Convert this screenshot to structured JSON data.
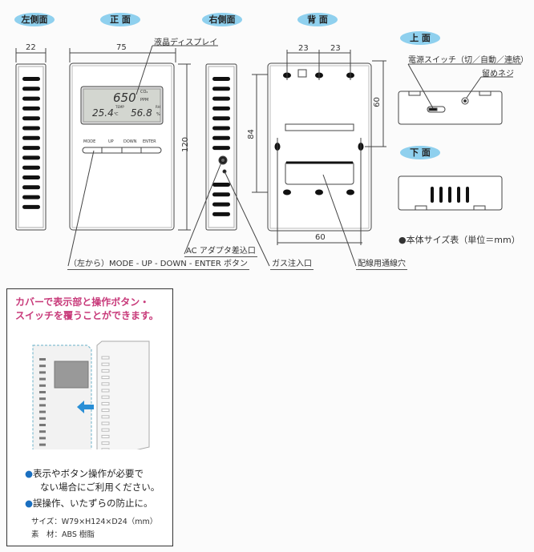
{
  "views": {
    "left": "左側面",
    "front": "正 面",
    "right": "右側面",
    "back": "背 面",
    "top": "上 面",
    "bottom": "下 面"
  },
  "dimensions": {
    "left_depth": "22",
    "front_width": "75",
    "front_height": "120",
    "back_mount_height": "84",
    "back_spacing_1": "23",
    "back_spacing_2": "23",
    "back_vertical": "60",
    "back_horizontal": "60"
  },
  "lcd": {
    "co2": "650",
    "co2_unit": "CO₂",
    "ppm": "PPM",
    "temp_label": "TEMP",
    "temp": "25.4",
    "temp_unit": "℃",
    "rh_label": "RH",
    "rh": "56.8",
    "rh_unit": "%"
  },
  "buttons": [
    "MODE",
    "UP",
    "DOWN",
    "ENTER"
  ],
  "callouts": {
    "lcd": "液晶ディスプレイ",
    "ac": "AC アダプタ差込口",
    "buttons": "（左から）MODE - UP - DOWN - ENTER ボタン",
    "gas": "ガス注入口",
    "wiring": "配線用通線穴",
    "power_switch": "電源スイッチ（切／自動／連続）",
    "screw": "留めネジ",
    "size_table": "●本体サイズ表（単位＝mm）"
  },
  "cover": {
    "headline_1": "カバーで表示部と操作ボタン・",
    "headline_2": "スイッチを覆うことができます。",
    "bullet_1a": "表示やボタン操作が必要で",
    "bullet_1b": "ない場合にご利用ください。",
    "bullet_2": "誤操作、いたずらの防止に。",
    "size": "サイズ：W79×H124×D24（mm）",
    "material": "素　材：ABS 樹脂"
  },
  "colors": {
    "pill": "#8fd0ee",
    "headline": "#c83a7a",
    "arrow": "#2a8fd6"
  }
}
